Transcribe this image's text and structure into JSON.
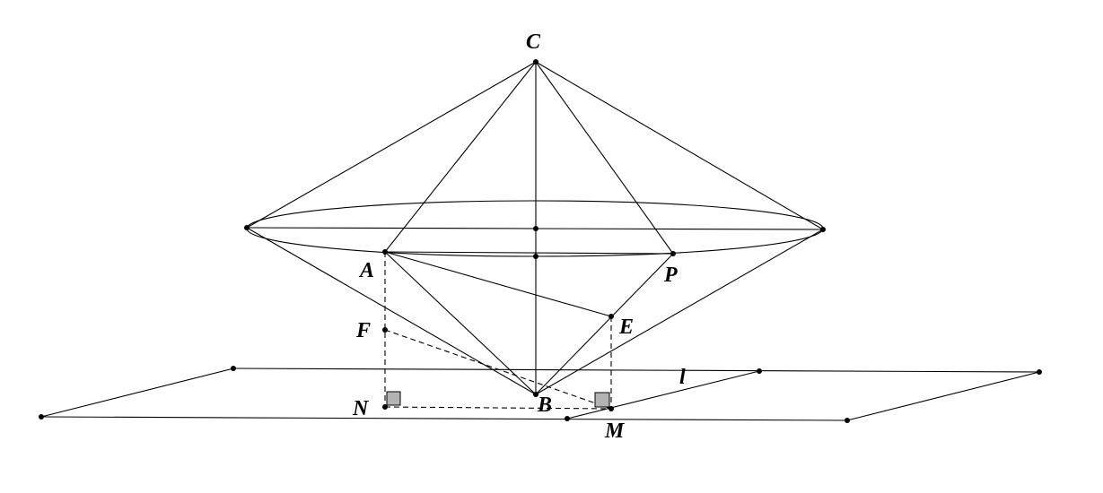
{
  "figure": {
    "labels": {
      "C": "C",
      "A": "A",
      "P": "P",
      "F": "F",
      "E": "E",
      "N": "N",
      "B": "B",
      "M": "M",
      "l": "l"
    }
  }
}
